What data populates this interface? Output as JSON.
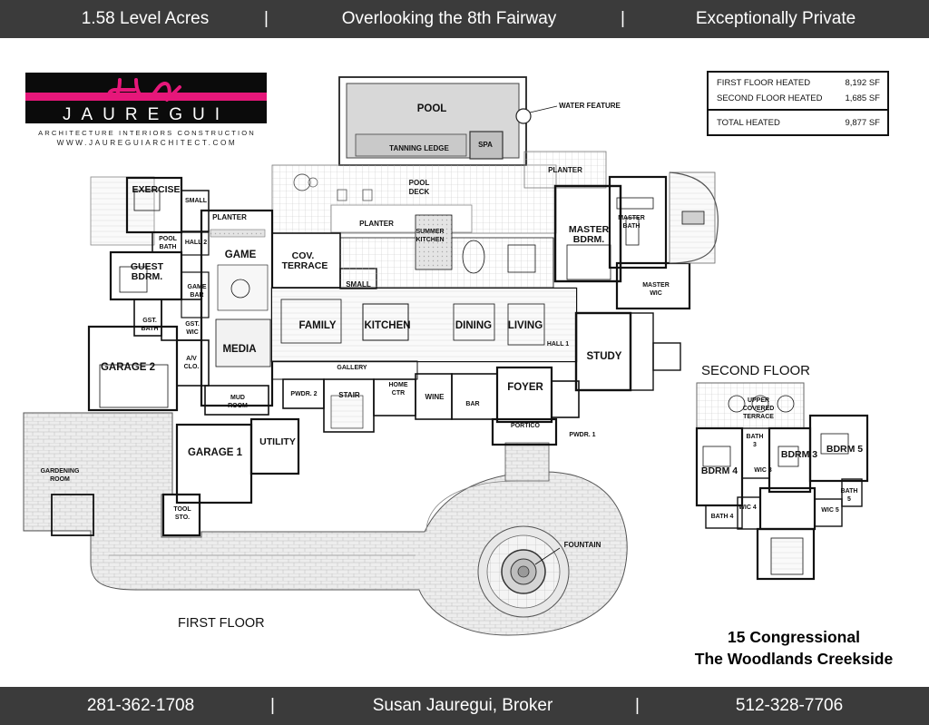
{
  "header": {
    "left": "1.58 Level Acres",
    "center": "Overlooking the 8th Fairway",
    "right": "Exceptionally Private"
  },
  "footer": {
    "left": "281-362-1708",
    "center": "Susan Jauregui, Broker",
    "right": "512-328-7706"
  },
  "logo": {
    "name": "JAUREGUI",
    "tagline": "ARCHITECTURE  INTERIORS  CONSTRUCTION",
    "url": "WWW.JAUREGUIARCHITECT.COM",
    "colors": {
      "pink": "#e6177a",
      "black": "#0b0b0b"
    }
  },
  "square_footage": {
    "rows": [
      {
        "label": "FIRST FLOOR HEATED",
        "value": "8,192 SF"
      },
      {
        "label": "SECOND FLOOR HEATED",
        "value": "1,685 SF"
      }
    ],
    "total": {
      "label": "TOTAL HEATED",
      "value": "9,877 SF"
    }
  },
  "first_floor": {
    "title": "FIRST FLOOR",
    "rooms": {
      "pool": "POOL",
      "water_feature": "WATER FEATURE",
      "tanning_ledge": "TANNING LEDGE",
      "spa": "SPA",
      "pool_deck_1": "POOL",
      "pool_deck_2": "DECK",
      "planter_top": "PLANTER",
      "planter_mid": "PLANTER",
      "planter_left": "PLANTER",
      "summer_kitchen_1": "SUMMER",
      "summer_kitchen_2": "KITCHEN",
      "exercise": "EXERCISE",
      "small_top": "SMALL",
      "pool_bath_1": "POOL",
      "pool_bath_2": "BATH",
      "hall_2": "HALL 2",
      "game": "GAME",
      "cov_terrace_1": "COV.",
      "cov_terrace_2": "TERRACE",
      "guest_bdrm_1": "GUEST",
      "guest_bdrm_2": "BDRM.",
      "game_bar_1": "GAME",
      "game_bar_2": "BAR",
      "small_mid": "SMALL",
      "gst_bath_1": "GST.",
      "gst_bath_2": "BATH",
      "gst_wic_1": "GST.",
      "gst_wic_2": "WIC",
      "family": "FAMILY",
      "kitchen": "KITCHEN",
      "dining": "DINING",
      "living": "LIVING",
      "media": "MEDIA",
      "hall_1": "HALL 1",
      "master_bdrm_1": "MASTER",
      "master_bdrm_2": "BDRM.",
      "master_bath_1": "MASTER",
      "master_bath_2": "BATH",
      "master_wic_1": "MASTER",
      "master_wic_2": "WIC",
      "study": "STUDY",
      "garage_2": "GARAGE 2",
      "av_clo_1": "A/V",
      "av_clo_2": "CLO.",
      "gallery": "GALLERY",
      "mud_room_1": "MUD",
      "mud_room_2": "ROOM",
      "pwdr_2": "PWDR. 2",
      "stair": "STAIR",
      "home_ctr_1": "HOME",
      "home_ctr_2": "CTR",
      "wine": "WINE",
      "bar": "BAR",
      "foyer": "FOYER",
      "portico": "PORTICO",
      "pwdr_1": "PWDR. 1",
      "utility": "UTILITY",
      "garage_1": "GARAGE 1",
      "gardening_room_1": "GARDENING",
      "gardening_room_2": "ROOM",
      "tool_sto_1": "TOOL",
      "tool_sto_2": "STO.",
      "fountain": "FOUNTAIN"
    }
  },
  "second_floor": {
    "title": "SECOND FLOOR",
    "rooms": {
      "upper_terrace_1": "UPPER",
      "upper_terrace_2": "COVERED",
      "upper_terrace_3": "TERRACE",
      "bath_3_1": "BATH",
      "bath_3_2": "3",
      "bdrm_3": "BDRM 3",
      "bdrm_5": "BDRM 5",
      "bdrm_4": "BDRM 4",
      "wic_3": "WIC 3",
      "wic_4": "WIC 4",
      "bath_4": "BATH 4",
      "bath_5_1": "BATH",
      "bath_5_2": "5",
      "wic_5": "WIC 5"
    }
  },
  "address": {
    "line1": "15 Congressional",
    "line2": "The Woodlands Creekside"
  }
}
